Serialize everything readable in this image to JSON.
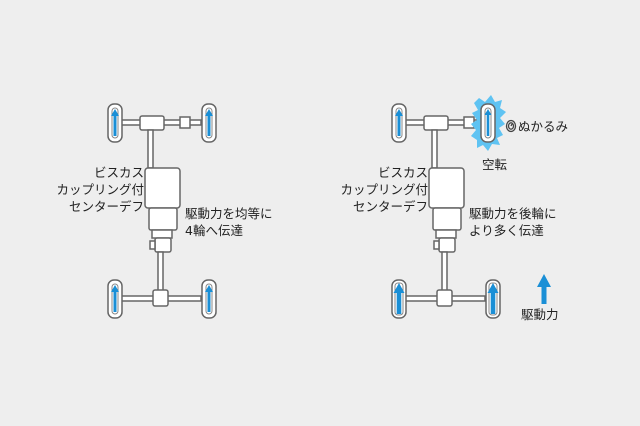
{
  "colors": {
    "background": "#eeeeee",
    "component_fill": "#ffffff",
    "line": "#666666",
    "arrow": "#1a8fd6",
    "spin_glow": "#5fc3f2"
  },
  "left_diagram": {
    "center_diff_label": [
      "ビスカス",
      "カップリング付",
      "センターデフ"
    ],
    "distribution_text": [
      "駆動力を均等に",
      "4輪へ伝達"
    ]
  },
  "right_diagram": {
    "center_diff_label": [
      "ビスカス",
      "カップリング付",
      "センターデフ"
    ],
    "distribution_text": [
      "駆動力を後輪に",
      "より多く伝達"
    ],
    "mud_icon": "mud-swirl-icon",
    "mud_label": "ぬかるみ",
    "spin_label": "空転"
  },
  "legend": {
    "icon": "up-arrow-icon",
    "label": "駆動力"
  }
}
